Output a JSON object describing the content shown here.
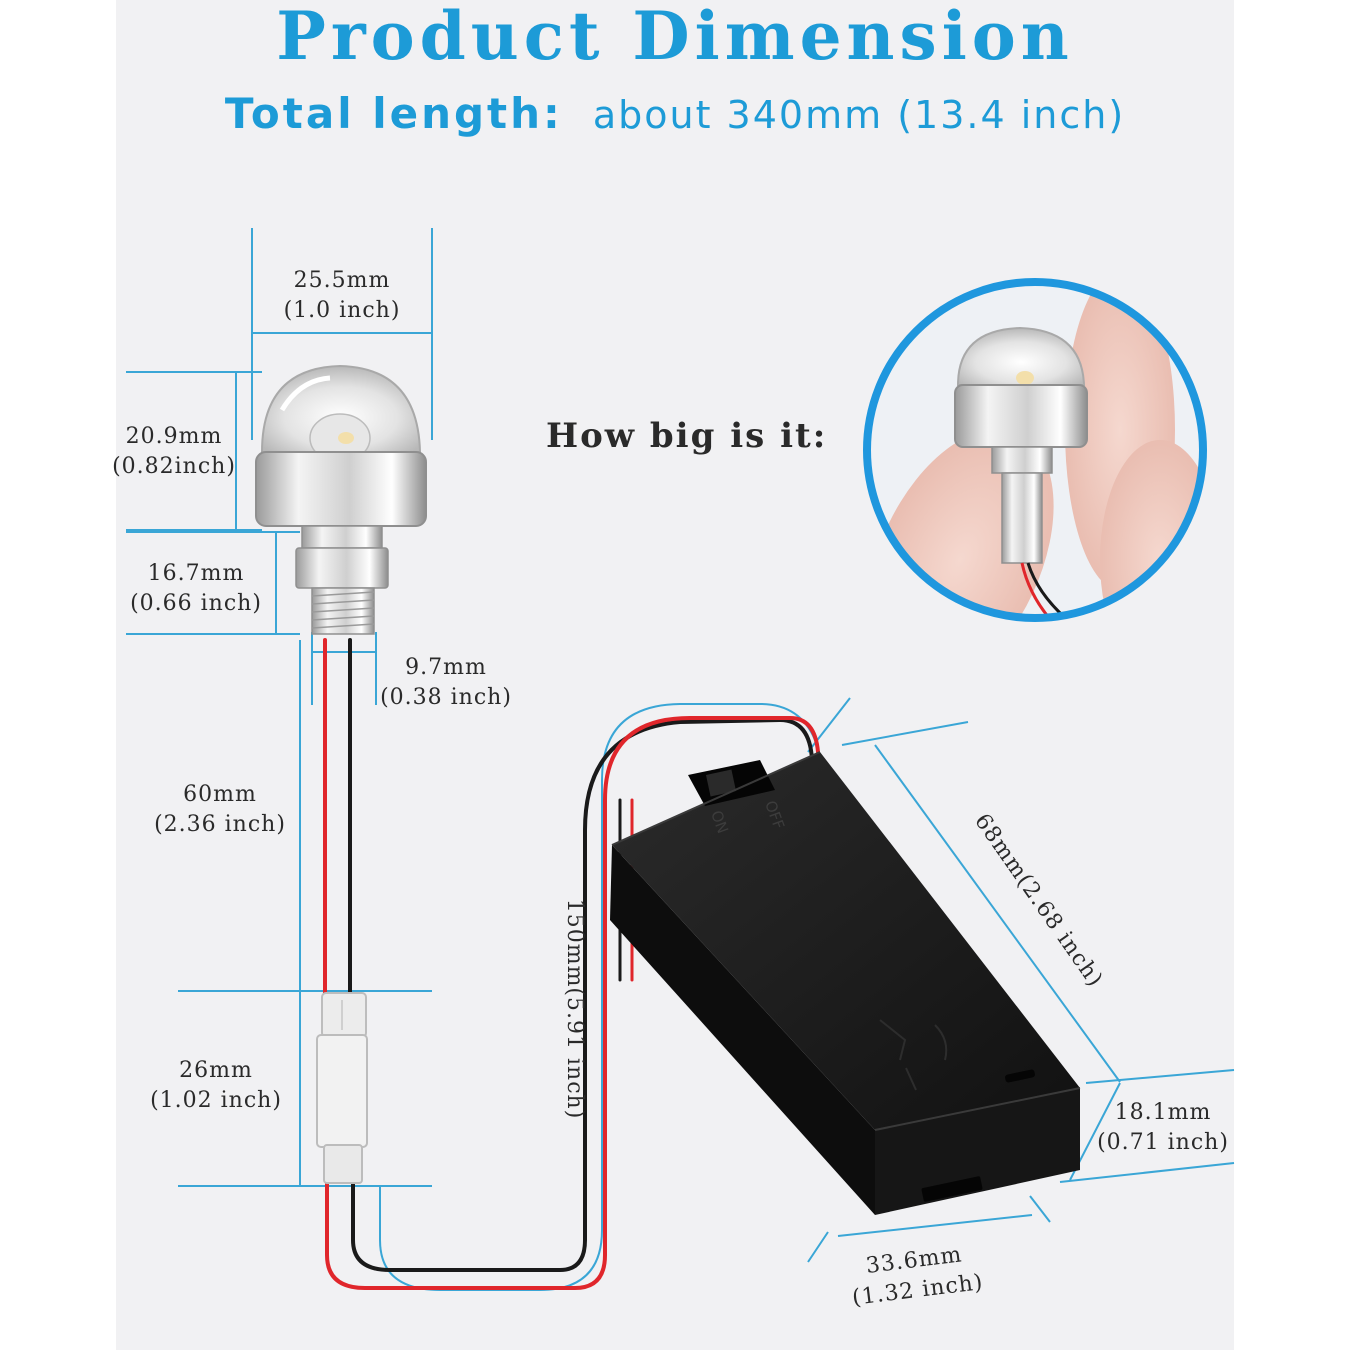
{
  "header": {
    "title": "Product Dimension",
    "subtitle_label": "Total length:",
    "subtitle_value": "about 340mm (13.4 inch)"
  },
  "inset": {
    "caption": "How big is it:"
  },
  "switch": {
    "on_label": "ON",
    "off_label": "OFF"
  },
  "dimensions": {
    "led_width": {
      "mm": "25.5mm",
      "inch": "(1.0 inch)"
    },
    "led_height": {
      "mm": "20.9mm",
      "inch": "(0.82inch)"
    },
    "thread_length": {
      "mm": "16.7mm",
      "inch": "(0.66 inch)"
    },
    "thread_diameter": {
      "mm": "9.7mm",
      "inch": "(0.38 inch)"
    },
    "wire_upper": {
      "mm": "60mm",
      "inch": "(2.36 inch)"
    },
    "connector": {
      "mm": "26mm",
      "inch": "(1.02 inch)"
    },
    "wire_lower": {
      "text": "150mm(5.91 inch)"
    },
    "box_length": {
      "text": "68mm(2.68 inch)"
    },
    "box_height": {
      "mm": "18.1mm",
      "inch": "(0.71 inch)"
    },
    "box_width": {
      "mm": "33.6mm",
      "inch": "(1.32 inch)"
    }
  },
  "colors": {
    "title_blue": "#1d9bd7",
    "dimension_line": "#3aa6d6",
    "inset_ring": "#1f97de",
    "wire_red": "#e0262b",
    "wire_black": "#1a1a1a",
    "box_black": "#151515"
  }
}
